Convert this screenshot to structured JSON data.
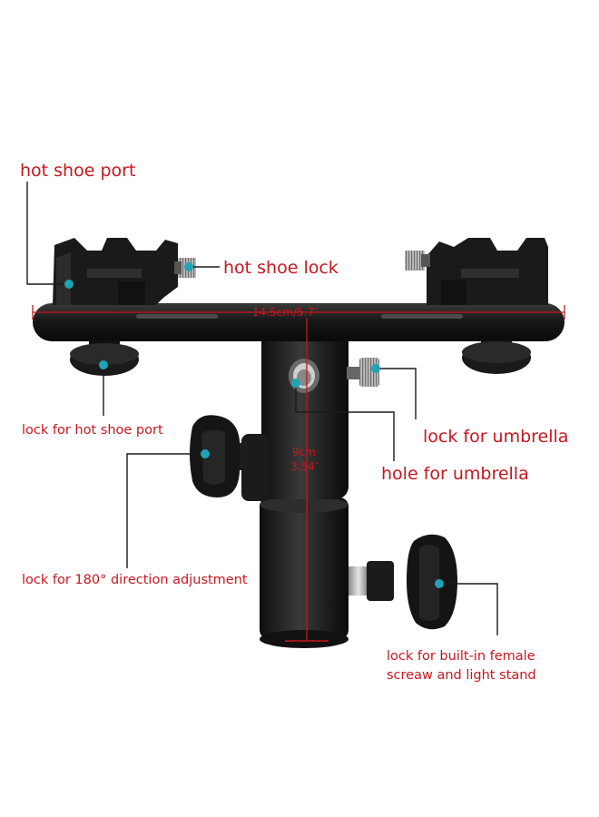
{
  "labels": {
    "hot_shoe_port": "hot shoe port",
    "hot_shoe_lock": "hot shoe lock",
    "width_dimension": "14.5cm/5.7″",
    "lock_hot_shoe_port": "lock for hot shoe port",
    "lock_umbrella": "lock for umbrella",
    "height_dimension_cm": "9cm",
    "height_dimension_in": "3.54″",
    "hole_umbrella": "hole for umbrella",
    "lock_180": "lock for 180° direction adjustment",
    "lock_built_in_line1": "lock for built-in female",
    "lock_built_in_line2": "screaw and light stand"
  },
  "colors": {
    "label_red": "#c8161d",
    "marker_teal": "#1fa3b5",
    "body_black": "#1b1b1b"
  }
}
